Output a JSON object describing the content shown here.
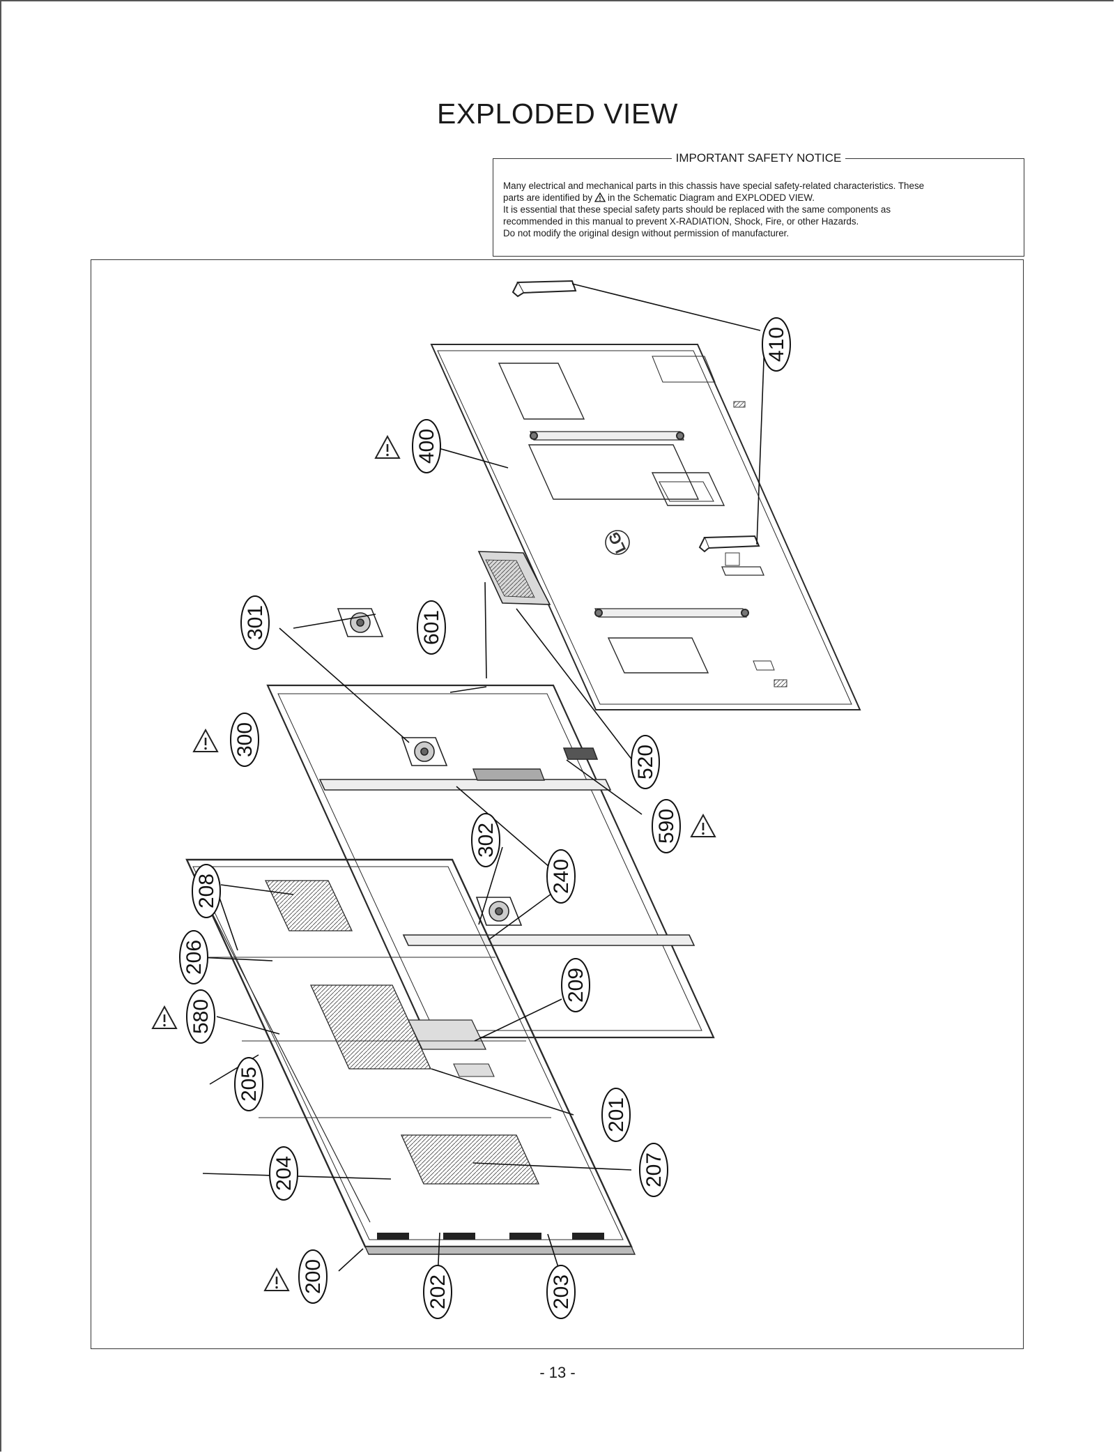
{
  "page": {
    "title": "EXPLODED VIEW",
    "page_number": "- 13 -"
  },
  "safety_notice": {
    "heading": "IMPORTANT SAFETY NOTICE",
    "line1": "Many electrical and mechanical parts in this chassis have special safety-related characteristics. These",
    "line2_before": "parts are identified by",
    "line2_after": "in the Schematic Diagram and EXPLODED VIEW.",
    "line3": "It is essential that these special safety parts should be replaced with the same components as",
    "line4": "recommended in this manual to prevent X-RADIATION, Shock, Fire, or other Hazards.",
    "line5": "Do not modify the original design without permission of manufacturer."
  },
  "diagram": {
    "brand_logo": "LG",
    "part_labels": [
      {
        "id": "p410",
        "number": "410",
        "safety": false
      },
      {
        "id": "p400",
        "number": "400",
        "safety": true
      },
      {
        "id": "p301",
        "number": "301",
        "safety": false
      },
      {
        "id": "p601",
        "number": "601",
        "safety": false
      },
      {
        "id": "p300",
        "number": "300",
        "safety": true
      },
      {
        "id": "p520",
        "number": "520",
        "safety": false
      },
      {
        "id": "p590",
        "number": "590",
        "safety": true
      },
      {
        "id": "p302",
        "number": "302",
        "safety": false
      },
      {
        "id": "p240",
        "number": "240",
        "safety": false
      },
      {
        "id": "p208",
        "number": "208",
        "safety": false
      },
      {
        "id": "p206",
        "number": "206",
        "safety": false
      },
      {
        "id": "p209",
        "number": "209",
        "safety": false
      },
      {
        "id": "p580",
        "number": "580",
        "safety": true
      },
      {
        "id": "p205",
        "number": "205",
        "safety": false
      },
      {
        "id": "p201",
        "number": "201",
        "safety": false
      },
      {
        "id": "p204",
        "number": "204",
        "safety": false
      },
      {
        "id": "p207",
        "number": "207",
        "safety": false
      },
      {
        "id": "p200",
        "number": "200",
        "safety": true
      },
      {
        "id": "p202",
        "number": "202",
        "safety": false
      },
      {
        "id": "p203",
        "number": "203",
        "safety": false
      }
    ]
  }
}
